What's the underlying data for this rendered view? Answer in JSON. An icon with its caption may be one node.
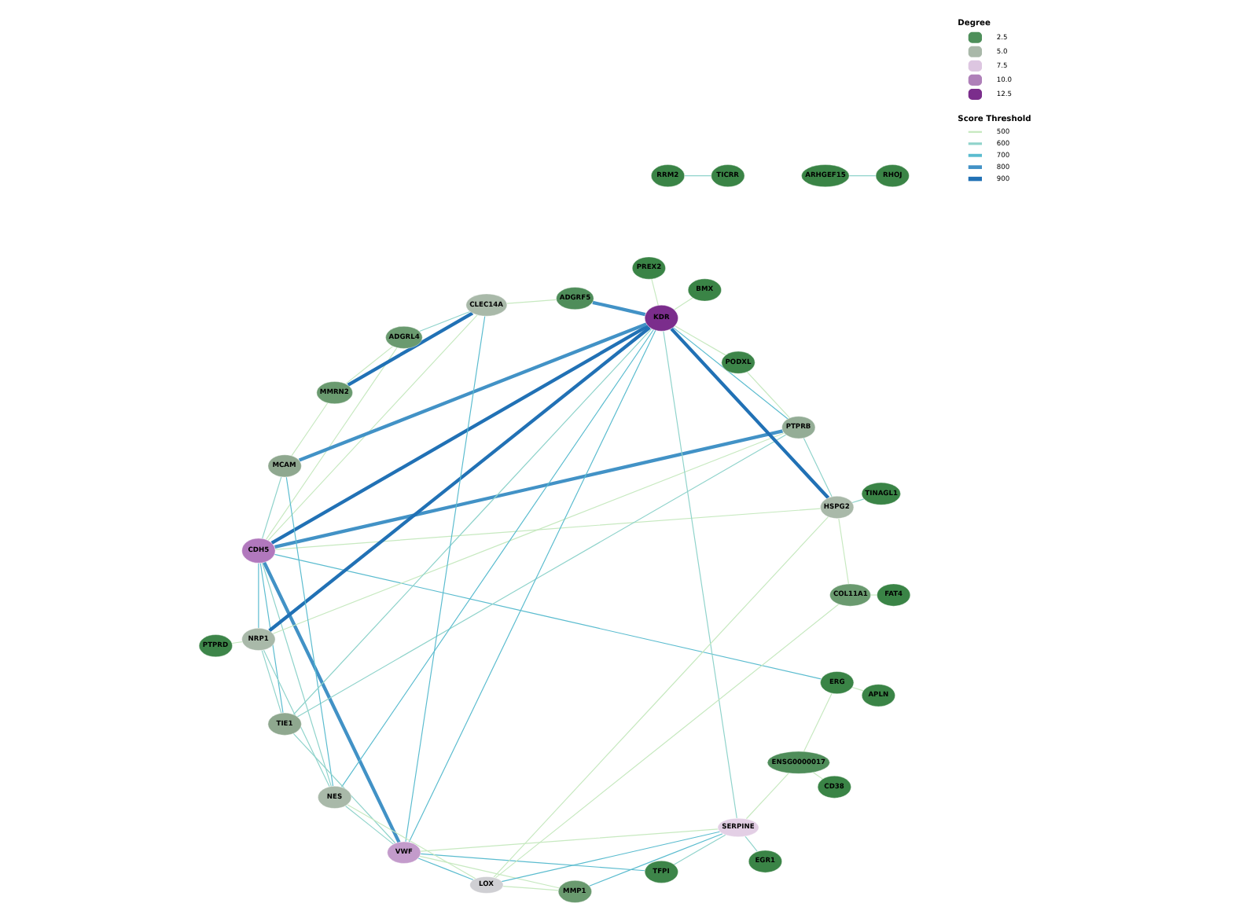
{
  "diagram": {
    "nodes": [
      {
        "text": [
          "CDH5"
        ]
      },
      {
        "text": [
          "ADGRF5"
        ]
      },
      {
        "text": [
          "PTPRB"
        ]
      },
      {
        "text": [
          "NRP1"
        ]
      },
      {
        "text": [
          "MCAM"
        ]
      },
      {
        "text": [
          "KDR"
        ]
      },
      {
        "text": [
          "VWF"
        ]
      },
      {
        "text": [
          "LOX"
        ]
      },
      {
        "text": [
          "TFPI"
        ]
      },
      {
        "text": [
          "SERPINE"
        ]
      },
      {
        "text": [
          "ENSG0000017"
        ]
      },
      {
        "text": [
          "ERG"
        ]
      },
      {
        "text": [
          "APLN"
        ]
      },
      {
        "text": [
          "FAT4"
        ]
      },
      {
        "text": [
          "PTPRD"
        ]
      },
      {
        "text": [
          "PODXL"
        ]
      },
      {
        "text": [
          "HSPG2"
        ]
      },
      {
        "text": [
          "TIE1"
        ]
      },
      {
        "text": [
          "MMRN2"
        ]
      },
      {
        "text": [
          "NES"
        ]
      },
      {
        "text": [
          "ARHGEF15"
        ]
      },
      {
        "text": [
          "RRM2"
        ]
      },
      {
        "text": [
          "BMX"
        ]
      },
      {
        "text": [
          "MMP1"
        ]
      },
      {
        "text": [
          "PREX2"
        ]
      },
      {
        "text": [
          "EGR1"
        ]
      },
      {
        "text": [
          "CD38"
        ]
      },
      {
        "text": [
          "COL11A1"
        ]
      },
      {
        "text": [
          "TINAGL1"
        ]
      },
      {
        "text": [
          "ADGRL4"
        ]
      },
      {
        "text": [
          "CLEC14A"
        ]
      },
      {
        "text": [
          "RHOJ"
        ]
      },
      {
        "text": [
          "TICRR"
        ]
      }
    ],
    "edges": [
      {
        "from": 0,
        "to": 5,
        "arrow": "none",
        "style": "thick",
        "color": "#2171b5"
      },
      {
        "from": 0,
        "to": 6,
        "arrow": "none",
        "style": "thick",
        "color": "#4292c6"
      },
      {
        "from": 0,
        "to": 2,
        "arrow": "none",
        "style": "thick",
        "color": "#4292c6"
      },
      {
        "from": 0,
        "to": 3,
        "arrow": "none",
        "color": "#5bbccf"
      },
      {
        "from": 0,
        "to": 4,
        "arrow": "none",
        "color": "#8fd3cb"
      },
      {
        "from": 0,
        "to": 30,
        "arrow": "none"
      },
      {
        "from": 0,
        "to": 29,
        "arrow": "none"
      },
      {
        "from": 0,
        "to": 19,
        "arrow": "none",
        "color": "#8fd3cb"
      },
      {
        "from": 0,
        "to": 17,
        "arrow": "none",
        "color": "#5bbccf"
      },
      {
        "from": 0,
        "to": 11,
        "arrow": "none",
        "color": "#5bbccf"
      },
      {
        "from": 0,
        "to": 16,
        "arrow": "none"
      },
      {
        "from": 1,
        "to": 5,
        "arrow": "none",
        "style": "thick",
        "color": "#4292c6"
      },
      {
        "from": 1,
        "to": 30,
        "arrow": "none"
      },
      {
        "from": 2,
        "to": 5,
        "arrow": "none",
        "color": "#5bbccf"
      },
      {
        "from": 2,
        "to": 3,
        "arrow": "none"
      },
      {
        "from": 2,
        "to": 16,
        "arrow": "none",
        "color": "#8fd3cb"
      },
      {
        "from": 2,
        "to": 17,
        "arrow": "none",
        "color": "#8fd3cb"
      },
      {
        "from": 2,
        "to": 15,
        "arrow": "none"
      },
      {
        "from": 3,
        "to": 5,
        "arrow": "none",
        "style": "thick",
        "color": "#2171b5"
      },
      {
        "from": 3,
        "to": 14,
        "arrow": "none"
      },
      {
        "from": 3,
        "to": 17,
        "arrow": "none",
        "color": "#8fd3cb"
      },
      {
        "from": 3,
        "to": 19,
        "arrow": "none",
        "color": "#8fd3cb"
      },
      {
        "from": 4,
        "to": 5,
        "arrow": "none",
        "style": "thick",
        "color": "#4292c6"
      },
      {
        "from": 4,
        "to": 18,
        "arrow": "none"
      },
      {
        "from": 4,
        "to": 19,
        "arrow": "none",
        "color": "#5bbccf"
      },
      {
        "from": 5,
        "to": 6,
        "arrow": "none",
        "color": "#5bbccf"
      },
      {
        "from": 5,
        "to": 16,
        "arrow": "none",
        "style": "thick",
        "color": "#2171b5"
      },
      {
        "from": 5,
        "to": 19,
        "arrow": "none",
        "color": "#5bbccf"
      },
      {
        "from": 5,
        "to": 17,
        "arrow": "none",
        "color": "#8fd3cb"
      },
      {
        "from": 5,
        "to": 9,
        "arrow": "none",
        "color": "#8fd3cb"
      },
      {
        "from": 5,
        "to": 22,
        "arrow": "none"
      },
      {
        "from": 5,
        "to": 24,
        "arrow": "none"
      },
      {
        "from": 5,
        "to": 15,
        "arrow": "none"
      },
      {
        "from": 6,
        "to": 30,
        "arrow": "none",
        "color": "#5bbccf"
      },
      {
        "from": 6,
        "to": 7,
        "arrow": "none",
        "color": "#5bbccf"
      },
      {
        "from": 6,
        "to": 8,
        "arrow": "none",
        "color": "#5bbccf"
      },
      {
        "from": 6,
        "to": 9,
        "arrow": "none"
      },
      {
        "from": 6,
        "to": 19,
        "arrow": "none",
        "color": "#8fd3cb"
      },
      {
        "from": 6,
        "to": 17,
        "arrow": "none",
        "color": "#8fd3cb"
      },
      {
        "from": 6,
        "to": 23,
        "arrow": "none"
      },
      {
        "from": 7,
        "to": 9,
        "arrow": "none",
        "color": "#5bbccf"
      },
      {
        "from": 7,
        "to": 27,
        "arrow": "none"
      },
      {
        "from": 7,
        "to": 16,
        "arrow": "none"
      },
      {
        "from": 7,
        "to": 23,
        "arrow": "none"
      },
      {
        "from": 7,
        "to": 19,
        "arrow": "none"
      },
      {
        "from": 8,
        "to": 9,
        "arrow": "none",
        "color": "#8fd3cb"
      },
      {
        "from": 9,
        "to": 25,
        "arrow": "none",
        "color": "#8fd3cb"
      },
      {
        "from": 9,
        "to": 23,
        "arrow": "none",
        "color": "#5bbccf"
      },
      {
        "from": 9,
        "to": 10,
        "arrow": "none"
      },
      {
        "from": 10,
        "to": 11,
        "arrow": "none"
      },
      {
        "from": 10,
        "to": 26,
        "arrow": "none"
      },
      {
        "from": 11,
        "to": 12,
        "arrow": "none"
      },
      {
        "from": 27,
        "to": 13,
        "arrow": "none"
      },
      {
        "from": 27,
        "to": 16,
        "arrow": "none"
      },
      {
        "from": 28,
        "to": 16,
        "arrow": "none",
        "color": "#8fd3cb"
      },
      {
        "from": 30,
        "to": 18,
        "arrow": "none",
        "style": "thick",
        "color": "#2171b5"
      },
      {
        "from": 29,
        "to": 18,
        "arrow": "none"
      },
      {
        "from": 30,
        "to": 29,
        "arrow": "none",
        "color": "#8fd3cb"
      },
      {
        "from": 31,
        "to": 20,
        "arrow": "none",
        "color": "#8fd3cb"
      },
      {
        "from": 32,
        "to": 21,
        "arrow": "none",
        "color": "#8fd3cb"
      }
    ],
    "labels": [
      "Degree",
      "Score Threshold"
    ],
    "legend": [
      {
        "text": "2.5",
        "color": "#4e8f5a"
      },
      {
        "text": "5.0",
        "color": "#a9b8a9"
      },
      {
        "text": "7.5",
        "color": "#ddc6e1"
      },
      {
        "text": "10.0",
        "color": "#af80b9"
      },
      {
        "text": "12.5",
        "color": "#7b2d8c"
      },
      {
        "text": "500"
      },
      {
        "text": "600"
      },
      {
        "text": "700"
      },
      {
        "text": "800"
      },
      {
        "text": "900"
      }
    ]
  }
}
